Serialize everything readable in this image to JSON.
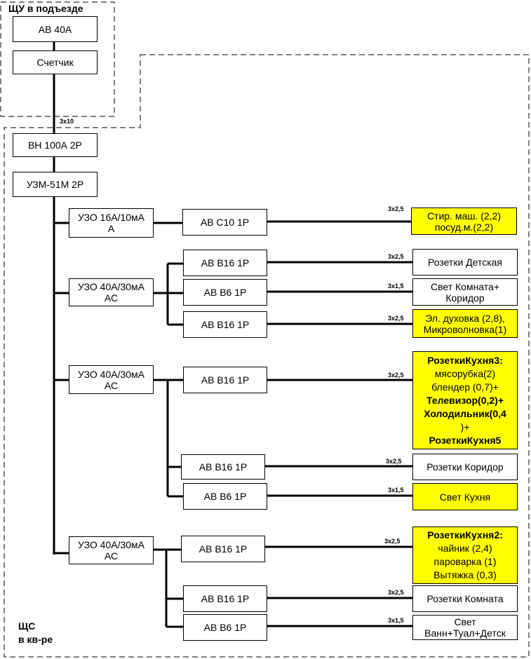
{
  "zone_shu": {
    "title": "ЩУ в подъезде"
  },
  "zone_shs": {
    "title_line1": "ЩС",
    "title_line2": "в кв-ре"
  },
  "main": {
    "breaker": "АВ 40А",
    "meter": "Счетчик",
    "cable": "3х10",
    "switch": "ВН 100А 2Р",
    "uzm": "УЗМ-51М 2Р"
  },
  "groups": [
    {
      "rcd": [
        "УЗО 16А/10мА",
        "А"
      ],
      "circuits": [
        {
          "breaker": "АВ С10 1Р",
          "cable": "3х2,5",
          "load": [
            "Стир. маш. (2,2)",
            "посуд.м.(2,2)"
          ]
        }
      ]
    },
    {
      "rcd": [
        "УЗО 40А/30мА",
        "АС"
      ],
      "circuits": [
        {
          "breaker": "АВ В16 1Р",
          "cable": "3х2,5",
          "load": [
            "Розетки Детская"
          ]
        },
        {
          "breaker": "АВ В6 1Р",
          "cable": "3х1,5",
          "load": [
            "Свет Комната+",
            "Коридор"
          ]
        },
        {
          "breaker": "АВ В16 1Р",
          "cable": "3х2,5",
          "load": [
            "Эл. духовка (2,8),",
            "Микроволновка(1)"
          ]
        }
      ]
    },
    {
      "rcd": [
        "УЗО 40А/30мА",
        "АС"
      ],
      "circuits": [
        {
          "breaker": "АВ В16 1Р",
          "cable": "3х2,5",
          "load": [
            "РозеткиКухня3:",
            "мясорубка(2)",
            "блендер (0,7)+",
            "Телевизор(0,2)+",
            "Холодильник(0,4",
            ")+",
            "РозеткиКухня5"
          ]
        },
        {
          "breaker": "АВ В16 1Р",
          "cable": "3х2,5",
          "load": [
            "Розетки Коридор"
          ]
        },
        {
          "breaker": "АВ В6 1Р",
          "cable": "3х1,5",
          "load": [
            "Свет Кухня"
          ]
        }
      ]
    },
    {
      "rcd": [
        "УЗО 40А/30мА",
        "АС"
      ],
      "circuits": [
        {
          "breaker": "АВ В16 1Р",
          "cable": "3х2,5",
          "load": [
            "РозеткиКухня2:",
            "чайник (2,4)",
            "пароварка (1)",
            "Вытяжка (0,3)"
          ]
        },
        {
          "breaker": "АВ В16 1Р",
          "cable": "3х2,5",
          "load": [
            "Розетки Комната"
          ]
        },
        {
          "breaker": "АВ В6 1Р",
          "cable": "3х1,5",
          "load": [
            "Свет",
            "Ванн+Туал+Детск"
          ]
        }
      ]
    }
  ],
  "colors": {
    "highlight": "#ffff00",
    "line": "#000000"
  }
}
